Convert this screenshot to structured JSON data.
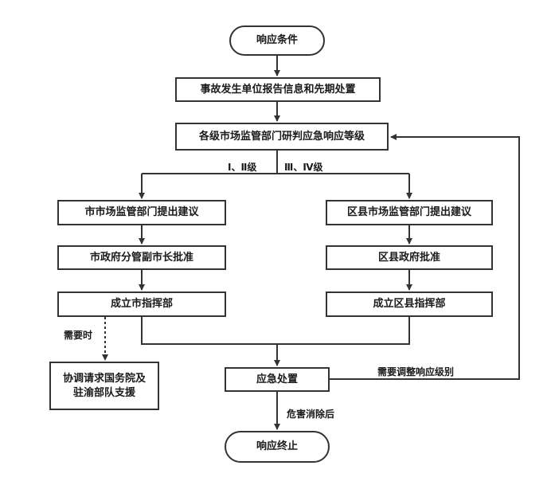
{
  "nodes": {
    "start": "响应条件",
    "report": "事故发生单位报告信息和先期处置",
    "assess": "各级市场监管部门研判应急响应等级",
    "city_propose": "市市场监管部门提出建议",
    "city_approve": "市政府分管副市长批准",
    "city_hq": "成立市指挥部",
    "district_propose": "区县市场监管部门提出建议",
    "district_approve": "区县政府批准",
    "district_hq": "成立区县指挥部",
    "coordinate": "协调请求国务院及驻渝部队支援",
    "respond": "应急处置",
    "end": "响应终止"
  },
  "labels": {
    "level_high": "Ⅰ、Ⅱ级",
    "level_low": "Ⅲ、Ⅳ级",
    "when_needed": "需要时",
    "adjust": "需要调整响应级别",
    "after_clear": "危害消除后"
  }
}
